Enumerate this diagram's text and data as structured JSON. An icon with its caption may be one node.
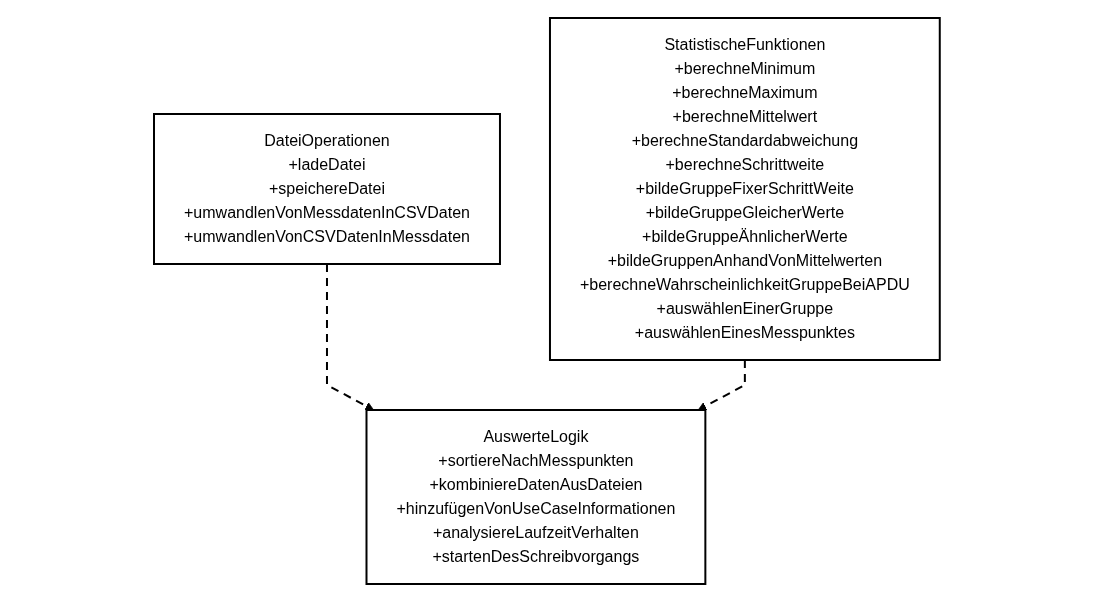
{
  "diagram": {
    "nodes": [
      {
        "text": [
          "DateiOperationen",
          "+ladeDatei",
          "+speichereDatei",
          "+umwandlenVonMessdatenInCSVDaten",
          "+umwandlenVonCSVDatenInMessdaten"
        ]
      },
      {
        "text": [
          "StatistischeFunktionen",
          "+berechneMinimum",
          "+berechneMaximum",
          "+berechneMittelwert",
          "+berechneStandardabweichung",
          "+berechneSchrittweite",
          "+bildeGruppeFixerSchrittWeite",
          "+bildeGruppeGleicherWerte",
          "+bildeGruppeÄhnlicherWerte",
          "+bildeGruppenAnhandVonMittelwerten",
          "+berechneWahrscheinlichkeitGruppeBeiAPDU",
          "+auswählenEinerGruppe",
          "+auswählenEinesMesspunktes"
        ]
      },
      {
        "text": [
          "AuswerteLogik",
          "+sortiereNachMesspunkten",
          "+kombiniereDatenAusDateien",
          "+hinzufügenVonUseCaseInformationen",
          "+analysiereLaufzeitVerhalten",
          "+startenDesSchreibvorgangs"
        ]
      }
    ],
    "edges": [
      {
        "from": 0,
        "to": 2,
        "arrow": "to",
        "style": "dashed"
      },
      {
        "from": 1,
        "to": 2,
        "arrow": "to",
        "style": "dashed"
      }
    ]
  }
}
